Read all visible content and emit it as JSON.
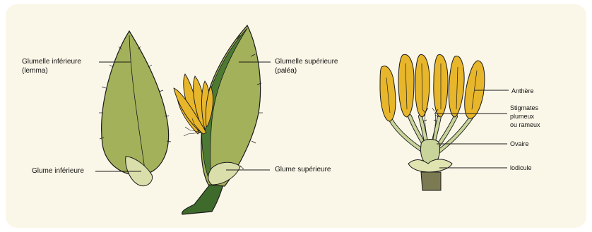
{
  "labels": {
    "lemma": "Glumelle inférieure",
    "lemma_sub": "(lemma)",
    "palea": "Glumelle supérieure",
    "palea_sub": "(paléa)",
    "glume_inf": "Glume inférieure",
    "glume_sup": "Glume supérieure",
    "anthere": "Anthère",
    "stigmates_1": "Stigmates",
    "stigmates_2": "plumeux",
    "stigmates_3": "ou rameux",
    "ovaire": "Ovaire",
    "lodicule": "lodicule"
  },
  "colors": {
    "panel": "#fbf7e8",
    "leaf": "#a4b15b",
    "leaf_dark": "#6e8a3a",
    "stem": "#3e6b2c",
    "anther": "#e8b62a",
    "filament": "#c9d49a",
    "lodicule": "#dfe4b0",
    "base": "#7b7a52",
    "glume": "#d9deaa"
  }
}
